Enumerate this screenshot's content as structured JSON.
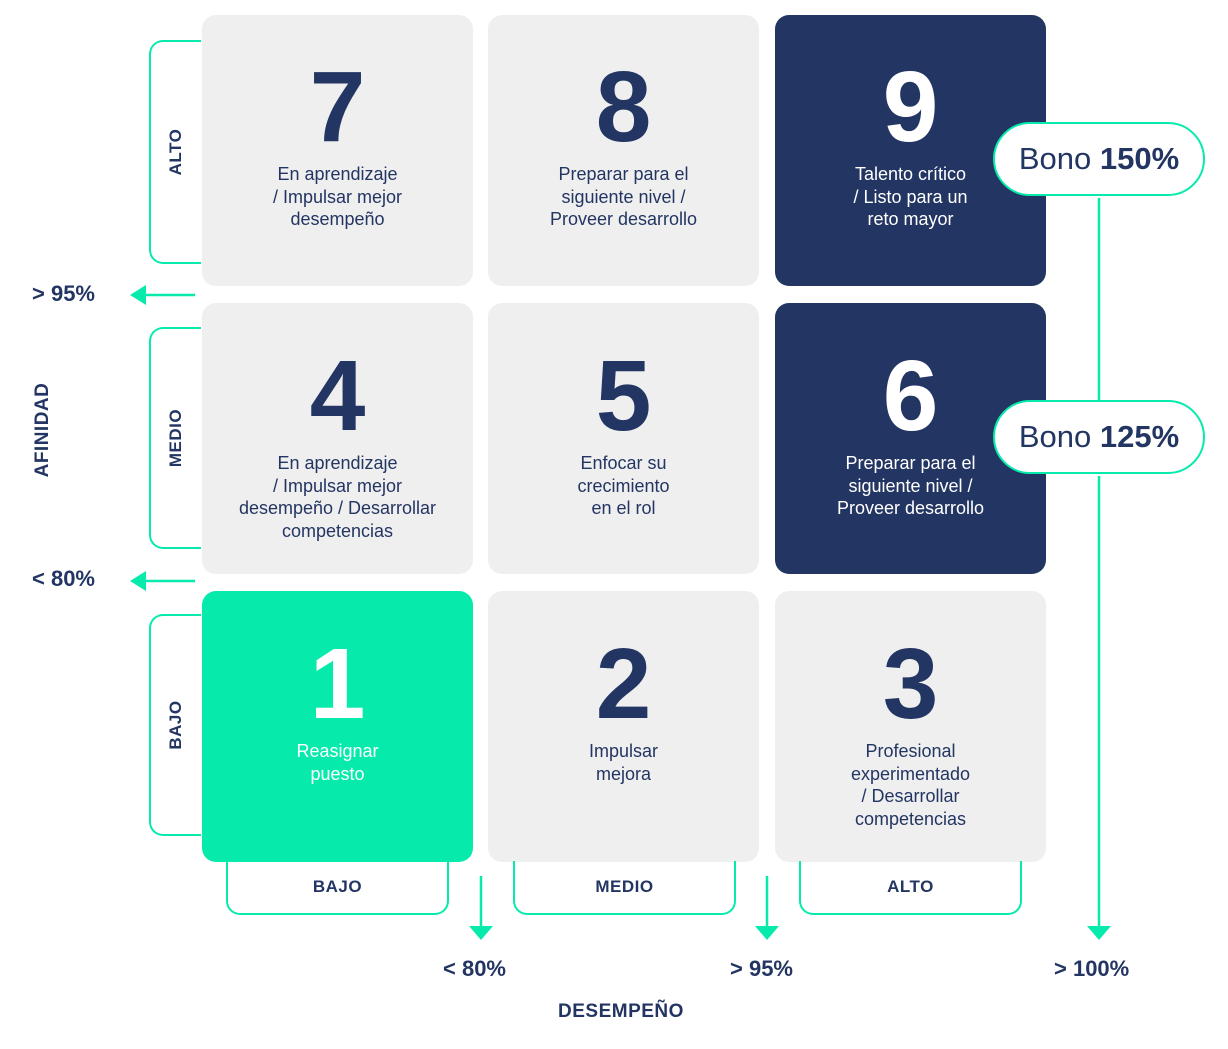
{
  "axes": {
    "y_title": "AFINIDAD",
    "x_title": "DESEMPEÑO",
    "row_levels": [
      "ALTO",
      "MEDIO",
      "BAJO"
    ],
    "col_levels": [
      "BAJO",
      "MEDIO",
      "ALTO"
    ],
    "y_thresholds": [
      "> 95%",
      "< 80%"
    ],
    "x_thresholds": [
      "< 80%",
      "> 95%",
      "> 100%"
    ]
  },
  "cells": [
    {
      "number": "7",
      "text": "En aprendizaje\n/ Impulsar mejor\ndesempeño"
    },
    {
      "number": "8",
      "text": "Preparar para el\nsiguiente nivel /\nProveer desarrollo"
    },
    {
      "number": "9",
      "text": "Talento crítico\n/ Listo para un\nreto mayor"
    },
    {
      "number": "4",
      "text": "En aprendizaje\n/ Impulsar mejor\ndesempeño / Desarrollar\ncompetencias"
    },
    {
      "number": "5",
      "text": "Enfocar su\ncrecimiento\nen el rol"
    },
    {
      "number": "6",
      "text": "Preparar para el\nsiguiente nivel /\nProveer desarrollo"
    },
    {
      "number": "1",
      "text": "Reasignar\npuesto"
    },
    {
      "number": "2",
      "text": "Impulsar\nmejora"
    },
    {
      "number": "3",
      "text": "Profesional\nexperimentado\n/ Desarrollar\ncompetencias"
    }
  ],
  "bonuses": [
    {
      "prefix": "Bono",
      "value": "150%"
    },
    {
      "prefix": "Bono",
      "value": "125%"
    }
  ],
  "colors": {
    "navy": "#233562",
    "green": "#06ebac",
    "light": "#efefef"
  }
}
